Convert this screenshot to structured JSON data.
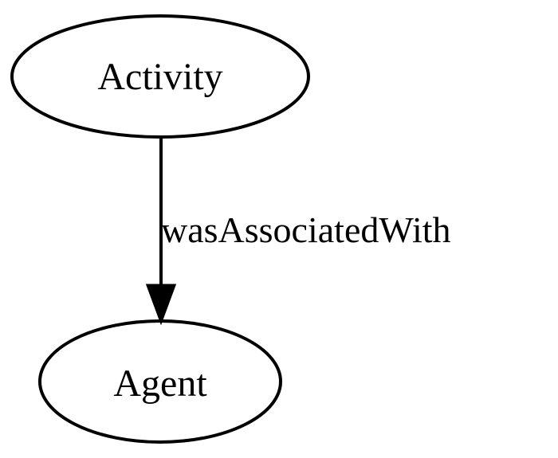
{
  "diagram": {
    "nodes": {
      "activity": {
        "label": "Activity"
      },
      "agent": {
        "label": "Agent"
      }
    },
    "edges": {
      "activity_to_agent": {
        "label": "wasAssociatedWith"
      }
    }
  },
  "colors": {
    "background": "#ffffff",
    "stroke": "#000000"
  }
}
